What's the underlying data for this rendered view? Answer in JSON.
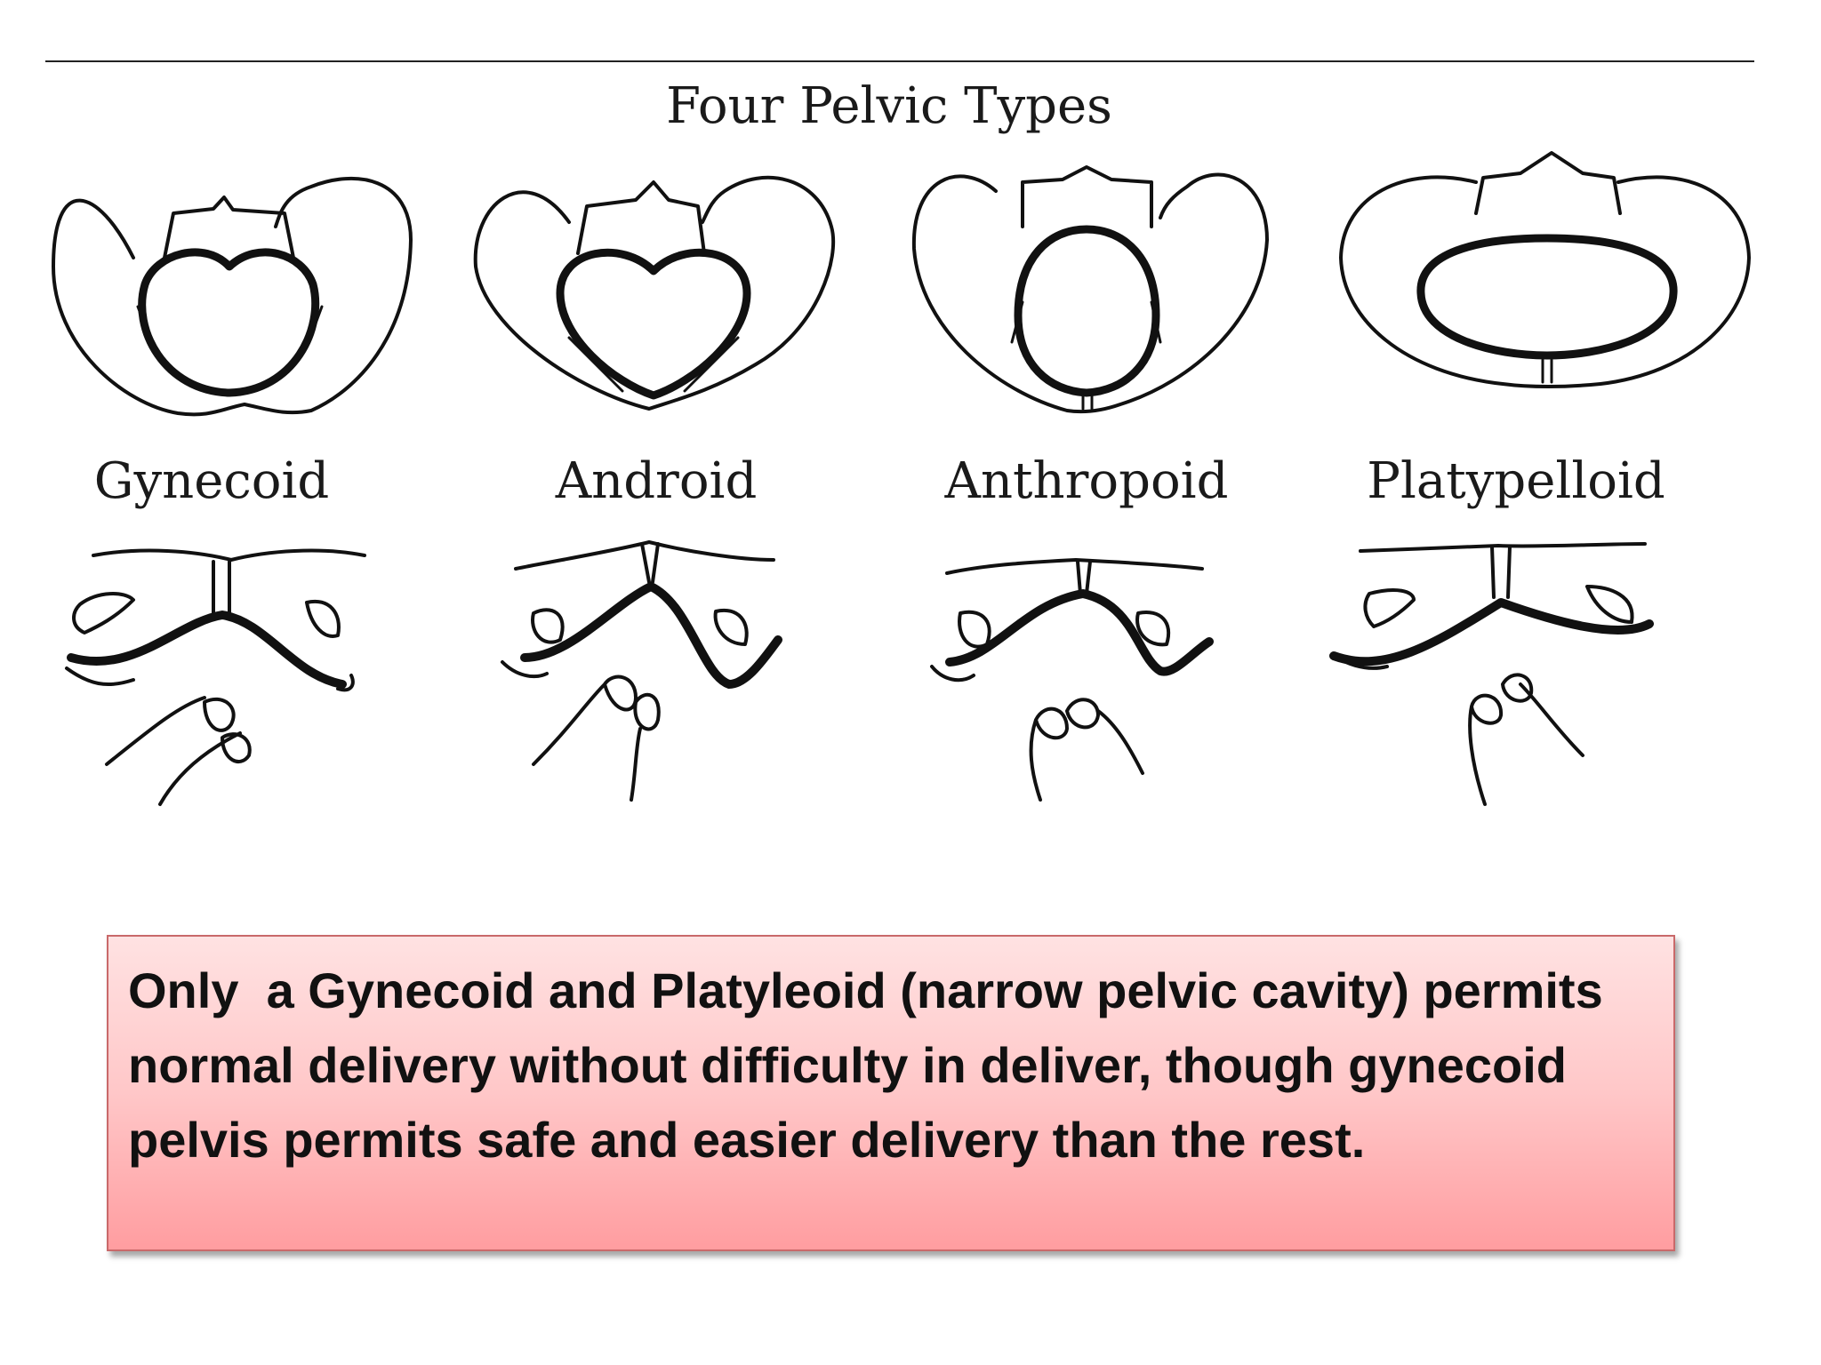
{
  "diagram": {
    "title": "Four Pelvic Types",
    "types": [
      {
        "id": "gynecoid",
        "label": "Gynecoid"
      },
      {
        "id": "android",
        "label": "Android"
      },
      {
        "id": "anthropoid",
        "label": "Anthropoid"
      },
      {
        "id": "platypelloid",
        "label": "Platypelloid"
      }
    ]
  },
  "callout": {
    "text": "Only  a Gynecoid and Platyleoid (narrow pelvic cavity) permits normal delivery without difficulty in deliver, though gynecoid pelvis permits safe and easier delivery than the rest."
  },
  "colors": {
    "ink": "#111111",
    "callout_top": "#ffe2e2",
    "callout_bottom": "#ff9da0",
    "callout_border": "#c9696a"
  }
}
